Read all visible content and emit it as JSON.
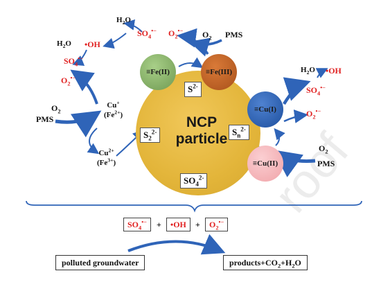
{
  "particle": {
    "line1": "NCP",
    "line2": "particle"
  },
  "sulfur": {
    "s2": "S",
    "s2_sup": "2-",
    "s22": "S",
    "s22_sub": "2",
    "s22_sup": "2-",
    "sn": "S",
    "sn_sub": "n",
    "sn_sup": "2-",
    "so4": "SO",
    "so4_sub": "4",
    "so4_sup": "2-"
  },
  "spheres": {
    "fe2": "≡Fe(II)",
    "fe3": "≡Fe(III)",
    "cu1": "≡Cu(I)",
    "cu2": "≡Cu(II)"
  },
  "top": {
    "h2o_a": "H",
    "h2o_a_sub": "2",
    "h2o_a_end": "O",
    "so4r": "SO",
    "so4r_sub": "4",
    "so4r_sup": "•−",
    "o2r": "O",
    "o2r_sub": "2",
    "o2r_sup": "•−",
    "o2": "O",
    "o2_sub": "2",
    "pms": "PMS"
  },
  "left": {
    "h2o": "H",
    "h2o_sub": "2",
    "h2o_end": "O",
    "oh": "•OH",
    "so4r": "SO",
    "so4r_sub": "4",
    "so4r_sup": "•−",
    "o2r": "O",
    "o2r_sub": "2",
    "o2r_sup": "•−",
    "o2": "O",
    "o2_sub": "2",
    "pms": "PMS",
    "cu_plus": "Cu",
    "cu_plus_sup": "+",
    "fe2_paren": "(Fe",
    "fe2_paren_sup": "2+",
    "fe2_paren_end": ")",
    "cu2": "Cu",
    "cu2_sup": "2+",
    "fe3_paren": "(Fe",
    "fe3_paren_sup": "3+",
    "fe3_paren_end": ")"
  },
  "right": {
    "h2o": "H",
    "h2o_sub": "2",
    "h2o_end": "O",
    "oh": "•OH",
    "so4r": "SO",
    "so4r_sub": "4",
    "so4r_sup": "•−",
    "o2r": "O",
    "o2r_sub": "2",
    "o2r_sup": "•−",
    "o2": "O",
    "o2_sub": "2",
    "pms": "PMS"
  },
  "radicals": {
    "so4": "SO",
    "so4_sub": "4",
    "so4_sup": "•−",
    "plus1": "+",
    "oh": "•OH",
    "plus2": "+",
    "o2": "O",
    "o2_sub": "2",
    "o2_sup": "•−"
  },
  "bottom": {
    "groundwater": "polluted groundwater",
    "products_a": "products+CO",
    "products_sub1": "2",
    "products_b": "+H",
    "products_sub2": "2",
    "products_c": "O"
  },
  "watermark": "roof",
  "colors": {
    "particle": "#e3b53a",
    "arrow_blue": "#2f64b8",
    "radical_red": "#e02020"
  }
}
